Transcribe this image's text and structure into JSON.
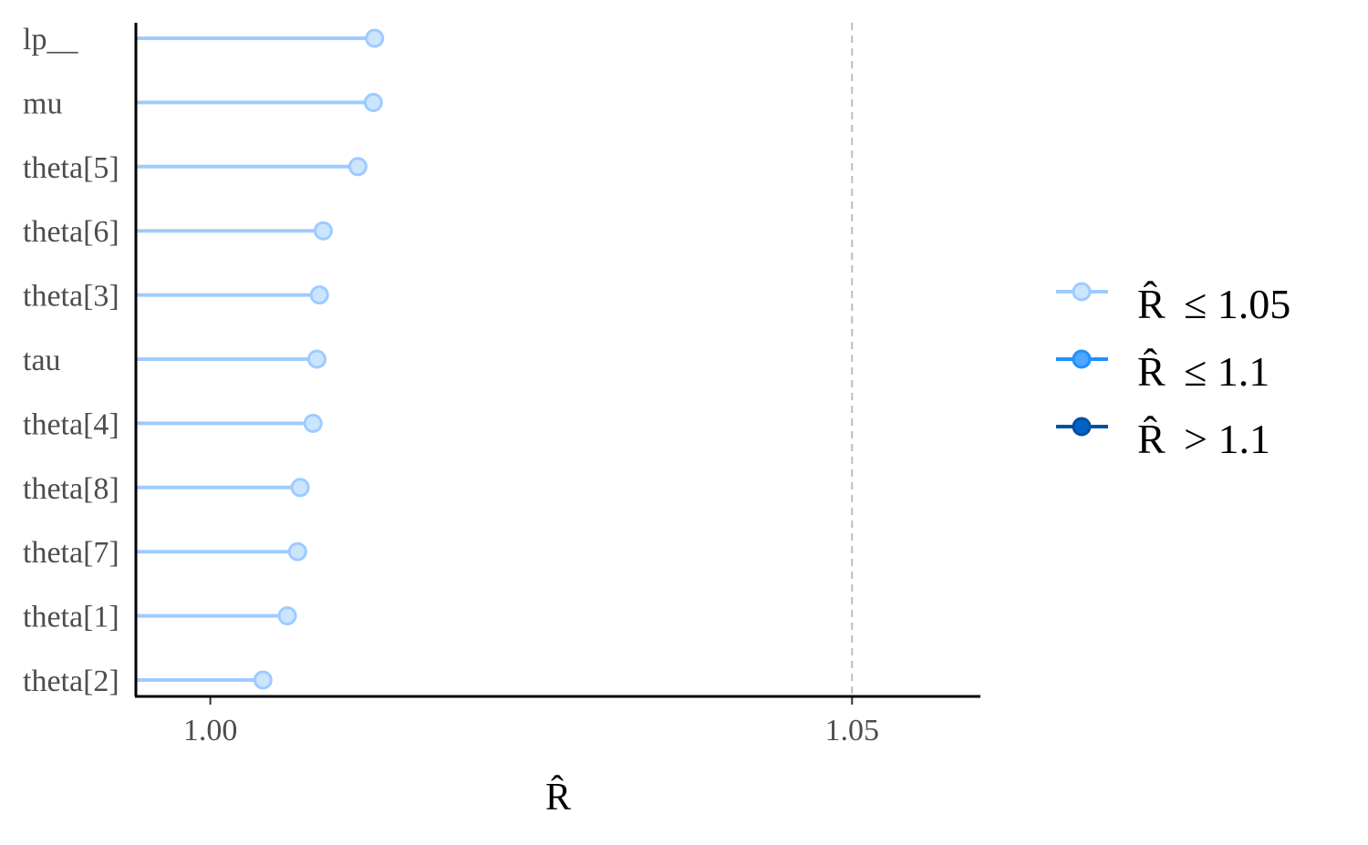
{
  "chart_data": {
    "type": "lollipop",
    "title": "",
    "xlabel": "R̂",
    "ylabel": "",
    "xlim": [
      0.9942,
      1.06
    ],
    "xticks": [
      1.0,
      1.05
    ],
    "xtick_labels": [
      "1.00",
      "1.05"
    ],
    "reference_line": 1.05,
    "grid": false,
    "legend_position": "right",
    "categories": [
      "lp__",
      "mu",
      "theta[5]",
      "theta[6]",
      "theta[3]",
      "tau",
      "theta[4]",
      "theta[8]",
      "theta[7]",
      "theta[1]",
      "theta[2]"
    ],
    "values": [
      1.0128,
      1.0127,
      1.0115,
      1.0088,
      1.0085,
      1.0083,
      1.008,
      1.007,
      1.0068,
      1.006,
      1.0041
    ],
    "legend": [
      {
        "symbol": "R̂",
        "label": "≤ 1.05",
        "line": "#9ecbff",
        "fill": "#cce5ff"
      },
      {
        "symbol": "R̂",
        "label": "≤ 1.1",
        "line": "#1e90ff",
        "fill": "#4da6ff"
      },
      {
        "symbol": "R̂",
        "label": "> 1.1",
        "line": "#0050a0",
        "fill": "#0062c4"
      }
    ]
  }
}
